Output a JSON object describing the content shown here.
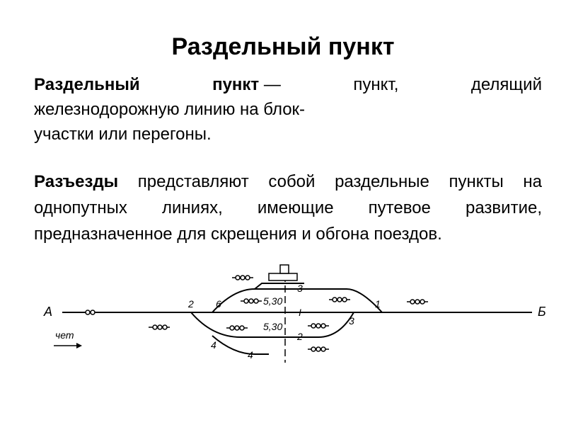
{
  "title": "Раздельный пункт",
  "definition": {
    "term": "Раздельный",
    "term2": "пункт",
    "dash": "—",
    "w1": "пункт,",
    "w2": "делящий",
    "line2": "железнодорожную линию на блок-",
    "line3": "участки или перегоны."
  },
  "sidings": {
    "term": "Разъезды",
    "text": " представляют собой раздельные пункты на однопутных линиях, имеющие путевое развитие, предназначенное для скрещения и обгона поездов."
  },
  "diagram": {
    "label_a": "А",
    "label_b": "Б",
    "direction_label": "чет",
    "switch_1": "1",
    "switch_2": "2",
    "switch_3": "3",
    "switch_4": "4",
    "switch_6": "6",
    "track_1": "I",
    "track_2": "2",
    "track_3": "3",
    "track_4": "4",
    "signal_ref_1": "5,30",
    "signal_ref_2": "5,30"
  }
}
